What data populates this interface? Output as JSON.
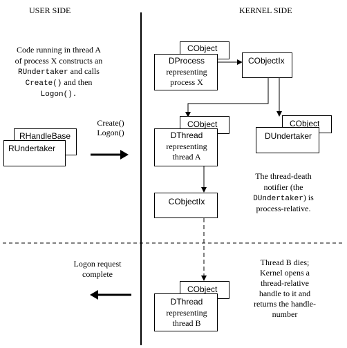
{
  "headers": {
    "user_side": "USER SIDE",
    "kernel_side": "KERNEL SIDE"
  },
  "user": {
    "note_line1": "Code running in thread A",
    "note_line2": "of process X constructs an",
    "note_line3_code": "RUndertaker",
    "note_line3_text": " and calls",
    "note_line4_code1": "Create()",
    "note_line4_text": " and then",
    "note_line5_code": "Logon().",
    "rhandlebase": "RHandleBase",
    "rundertaker": "RUndertaker",
    "call_line1": "Create()",
    "call_line2": "Logon()",
    "logon_line1": "Logon request",
    "logon_line2": "complete"
  },
  "kernel": {
    "process_cobject": "CObject",
    "process_line1": "DProcess",
    "process_line2": "representing",
    "process_line3": "process X",
    "cobjectix_top": "CObjectIx",
    "threadA_cobject": "CObject",
    "threadA_line1": "DThread",
    "threadA_line2": "representing",
    "threadA_line3": "thread A",
    "undertaker_cobject": "CObject",
    "undertaker_label": "DUndertaker",
    "cobjectix_mid": "CObjectIx",
    "notifier_line1": "The thread-death",
    "notifier_line2": "notifier (the",
    "notifier_line3_code": "DUndertaker",
    "notifier_line3_text": ") is",
    "notifier_line4": "process-relative.",
    "threadB_note_line1": "Thread B dies;",
    "threadB_note_line2": "Kernel opens a",
    "threadB_note_line3": "thread-relative",
    "threadB_note_line4": "handle to it and",
    "threadB_note_line5": "returns the handle-",
    "threadB_note_line6": "number",
    "threadB_cobject": "CObject",
    "threadB_line1": "DThread",
    "threadB_line2": "representing",
    "threadB_line3": "thread B"
  }
}
